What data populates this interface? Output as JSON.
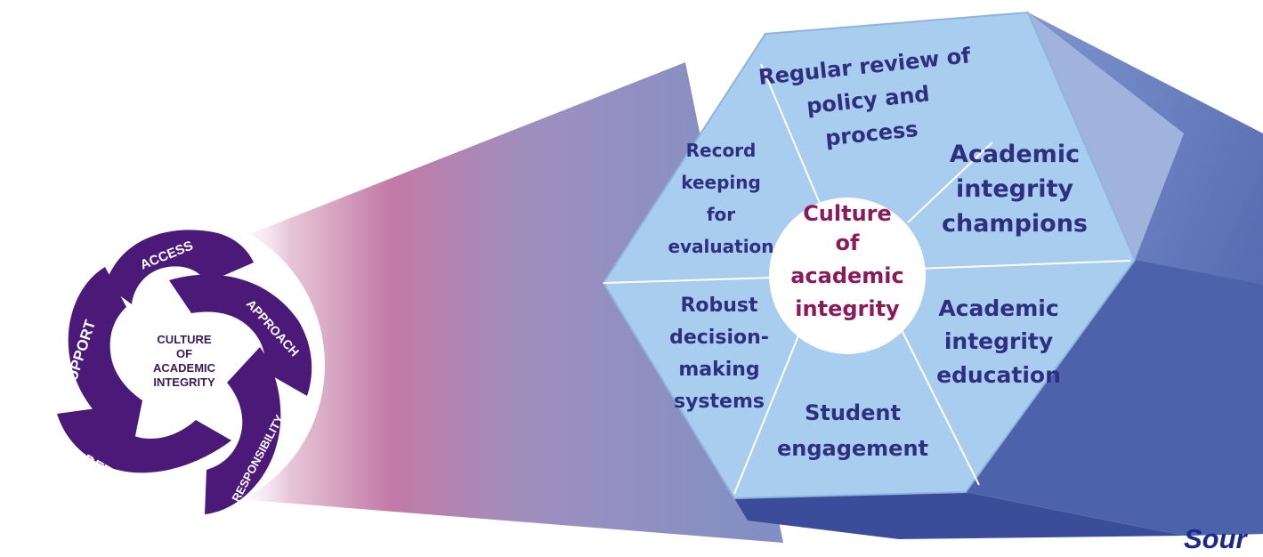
{
  "wheel": {
    "center_lines": [
      "CULTURE",
      "OF",
      "ACADEMIC",
      "INTEGRITY"
    ],
    "arms": [
      "ACCESS",
      "APPROACH",
      "RESPONSIBILITY",
      "DETAIL",
      "SUPPORT"
    ],
    "color": "#4b1a78"
  },
  "hexagon": {
    "center_lines": [
      "Culture",
      "of",
      "academic",
      "integrity"
    ],
    "segments": [
      {
        "id": "review",
        "lines": [
          "Regular review of",
          "policy and",
          "process"
        ]
      },
      {
        "id": "champions",
        "lines": [
          "Academic",
          "integrity",
          "champions"
        ]
      },
      {
        "id": "education",
        "lines": [
          "Academic",
          "integrity",
          "education"
        ]
      },
      {
        "id": "engagement",
        "lines": [
          "Student",
          "engagement"
        ]
      },
      {
        "id": "decision",
        "lines": [
          "Robust",
          "decision-",
          "making",
          "systems"
        ]
      },
      {
        "id": "record",
        "lines": [
          "Record",
          "keeping",
          "for",
          "evaluation"
        ]
      }
    ],
    "face_color": "#a9cdee",
    "side_color": "#5a6fb0",
    "text_color": "#2e2f7e",
    "center_text_color": "#8a1a5a"
  },
  "source_label": "Sour"
}
